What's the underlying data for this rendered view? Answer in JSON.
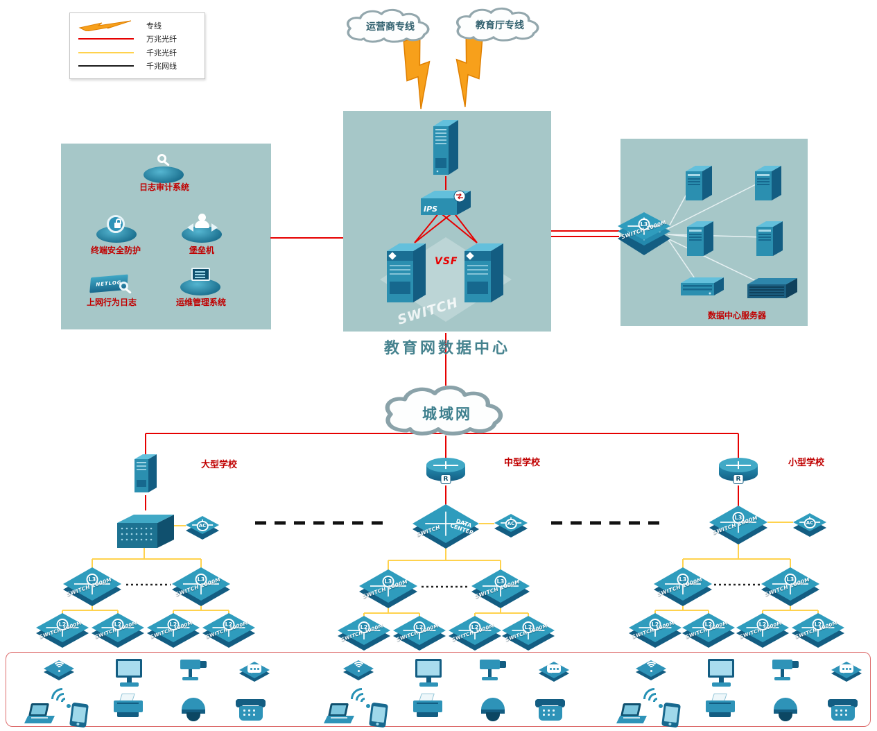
{
  "legend": {
    "items": [
      {
        "id": "dedicated-line",
        "label": "专线"
      },
      {
        "id": "fiber-10g",
        "label": "万兆光纤"
      },
      {
        "id": "fiber-1g",
        "label": "千兆光纤"
      },
      {
        "id": "cable-1g",
        "label": "千兆网线"
      }
    ]
  },
  "palette": {
    "fiber_10g": "#e60000",
    "fiber_1g": "#ffd24d",
    "cable_1g": "#1a1a1a",
    "lightning": "#f7a01b",
    "panel_teal": "#a6c7c8",
    "device_teal": "#2e93b8",
    "label_red": "#c00000"
  },
  "clouds": {
    "carrier": "运营商专线",
    "education": "教育厅专线",
    "man": "城域网"
  },
  "data_center": {
    "title": "教育网数据中心",
    "ips": "IPS",
    "vsf": "VSF",
    "watermark": "SWITCH"
  },
  "security_panel": {
    "log_audit": "日志审计系统",
    "terminal_security": "终端安全防护",
    "bastion": "堡垒机",
    "netlog": "NETLOG",
    "behavior_log": "上网行为日志",
    "ops_mgmt": "运维管理系统"
  },
  "server_panel": {
    "caption": "数据中心服务器"
  },
  "schools": {
    "large": "大型学校",
    "medium": "中型学校",
    "small": "小型学校"
  },
  "device_labels": {
    "switch": "SWITCH",
    "speed": "1000M",
    "l3": "L3",
    "l2": "L2",
    "ac": "AC",
    "router": "R",
    "data": "DATA",
    "center": "CENTER"
  }
}
